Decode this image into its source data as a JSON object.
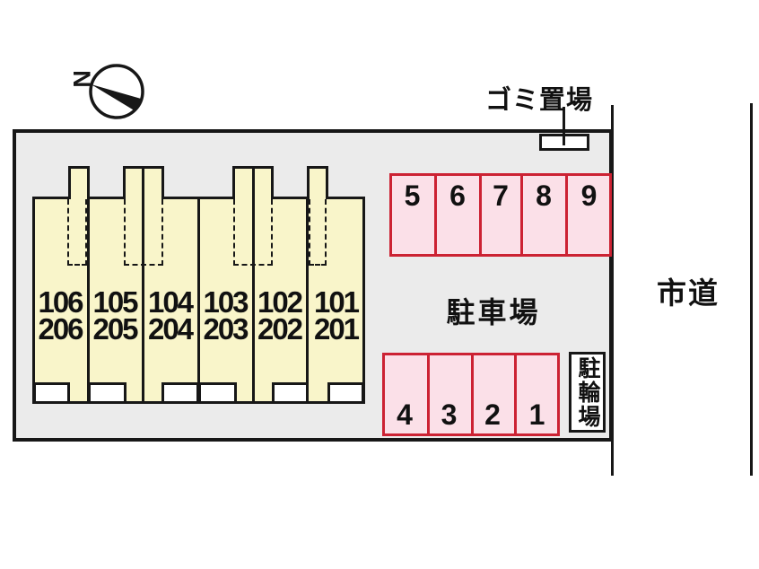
{
  "colors": {
    "line": "#171717",
    "site_bg": "#ebebeb",
    "building_fill": "#f9f5ca",
    "stall_fill": "#fbe0e8",
    "stall_border": "#cc2233"
  },
  "compass": {
    "label": "N"
  },
  "labels": {
    "garbage": "ゴミ置場",
    "parking_lot": "駐車場",
    "bicycle_parking": "駐輪場",
    "city_road": "市道"
  },
  "building": {
    "units": [
      {
        "upper": "106",
        "lower": "206"
      },
      {
        "upper": "105",
        "lower": "205"
      },
      {
        "upper": "104",
        "lower": "204"
      },
      {
        "upper": "103",
        "lower": "203"
      },
      {
        "upper": "102",
        "lower": "202"
      },
      {
        "upper": "101",
        "lower": "201"
      }
    ]
  },
  "parking": {
    "top_row": [
      "5",
      "6",
      "7",
      "8",
      "9"
    ],
    "bottom_row": [
      "4",
      "3",
      "2",
      "1"
    ]
  }
}
